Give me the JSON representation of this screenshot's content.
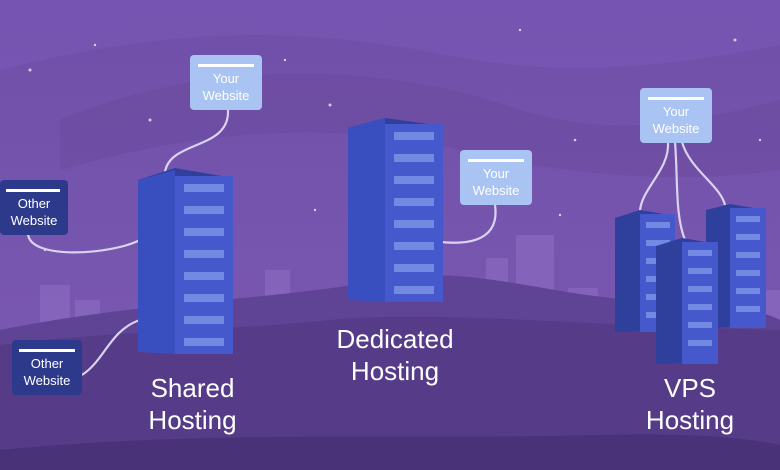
{
  "diagram": {
    "colors": {
      "sky_top": "#6f4fa8",
      "sky_bottom": "#7d5bb5",
      "hill": "#5b3f8e",
      "server_front": "#3f55c4",
      "server_side": "#2f3f9c",
      "label_box": "#a9c4f2",
      "label_box_dark": "#2d3a8c",
      "line": "#d9d3f0"
    },
    "groups": [
      {
        "title_line1": "Shared",
        "title_line2": "Hosting",
        "website_label": {
          "line1": "Your",
          "line2": "Website"
        },
        "other_labels": [
          {
            "line1": "Other",
            "line2": "Website"
          },
          {
            "line1": "Other",
            "line2": "Website"
          }
        ]
      },
      {
        "title_line1": "Dedicated",
        "title_line2": "Hosting",
        "website_label": {
          "line1": "Your",
          "line2": "Website"
        }
      },
      {
        "title_line1": "VPS",
        "title_line2": "Hosting",
        "website_label": {
          "line1": "Your",
          "line2": "Website"
        }
      }
    ]
  }
}
